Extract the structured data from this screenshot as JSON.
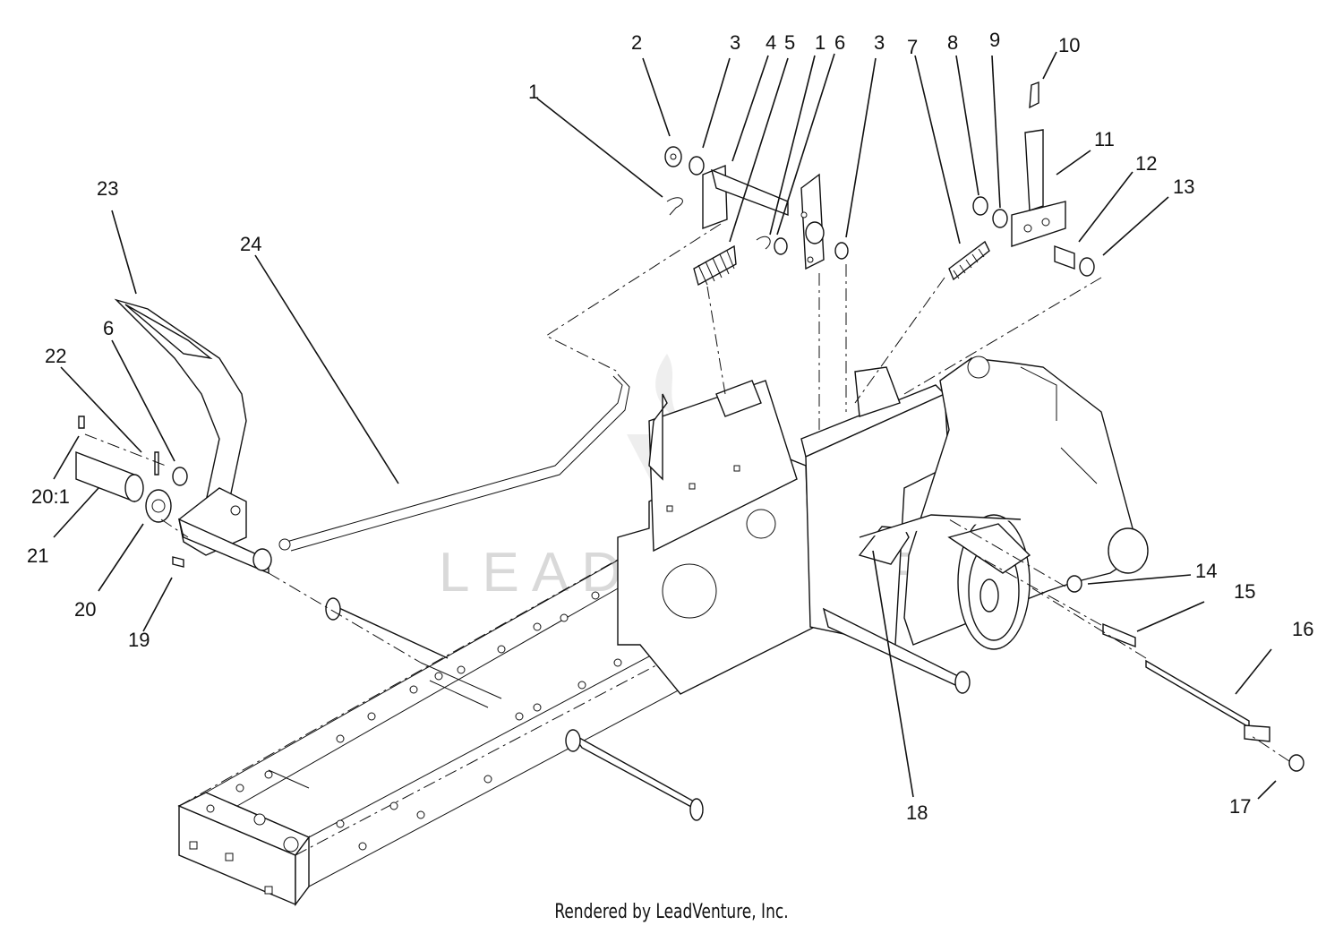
{
  "watermark": "LEADVENTURE",
  "footer": "Rendered by LeadVenture, Inc.",
  "callouts": [
    {
      "id": "c1a",
      "label": "1"
    },
    {
      "id": "c2",
      "label": "2"
    },
    {
      "id": "c3a",
      "label": "3"
    },
    {
      "id": "c4",
      "label": "4"
    },
    {
      "id": "c5",
      "label": "5"
    },
    {
      "id": "c1b",
      "label": "1"
    },
    {
      "id": "c6a",
      "label": "6"
    },
    {
      "id": "c3b",
      "label": "3"
    },
    {
      "id": "c7",
      "label": "7"
    },
    {
      "id": "c8",
      "label": "8"
    },
    {
      "id": "c9",
      "label": "9"
    },
    {
      "id": "c10",
      "label": "10"
    },
    {
      "id": "c11",
      "label": "11"
    },
    {
      "id": "c12",
      "label": "12"
    },
    {
      "id": "c13",
      "label": "13"
    },
    {
      "id": "c23",
      "label": "23"
    },
    {
      "id": "c24",
      "label": "24"
    },
    {
      "id": "c6b",
      "label": "6"
    },
    {
      "id": "c22",
      "label": "22"
    },
    {
      "id": "c20_1",
      "label": "20:1"
    },
    {
      "id": "c21",
      "label": "21"
    },
    {
      "id": "c20",
      "label": "20"
    },
    {
      "id": "c19",
      "label": "19"
    },
    {
      "id": "c14",
      "label": "14"
    },
    {
      "id": "c15",
      "label": "15"
    },
    {
      "id": "c16",
      "label": "16"
    },
    {
      "id": "c17",
      "label": "17"
    },
    {
      "id": "c18",
      "label": "18"
    }
  ]
}
